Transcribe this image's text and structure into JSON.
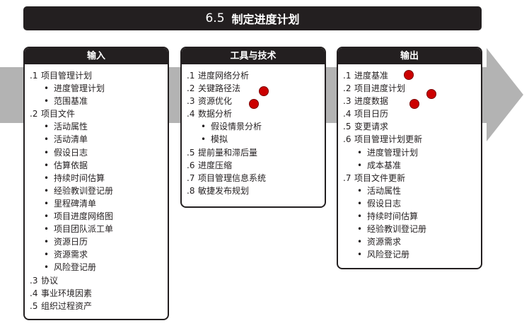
{
  "title": {
    "number": "6.5",
    "text": "制定进度计划"
  },
  "colors": {
    "dark": "#231f20",
    "arrow": "#b3b3b3",
    "marker": "#cc0000"
  },
  "inputs": {
    "header": "输入",
    "items": [
      {
        "num": ".1",
        "label": "项目管理计划",
        "level": 1
      },
      {
        "label": "进度管理计划",
        "level": 2
      },
      {
        "label": "范围基准",
        "level": 2
      },
      {
        "num": ".2",
        "label": "项目文件",
        "level": 1
      },
      {
        "label": "活动属性",
        "level": 2
      },
      {
        "label": "活动清单",
        "level": 2
      },
      {
        "label": "假设日志",
        "level": 2
      },
      {
        "label": "估算依据",
        "level": 2
      },
      {
        "label": "持续时间估算",
        "level": 2
      },
      {
        "label": "经验教训登记册",
        "level": 2
      },
      {
        "label": "里程碑清单",
        "level": 2
      },
      {
        "label": "项目进度网络图",
        "level": 2
      },
      {
        "label": "项目团队派工单",
        "level": 2
      },
      {
        "label": "资源日历",
        "level": 2
      },
      {
        "label": "资源需求",
        "level": 2
      },
      {
        "label": "风险登记册",
        "level": 2
      },
      {
        "num": ".3",
        "label": "协议",
        "level": 1
      },
      {
        "num": ".4",
        "label": "事业环境因素",
        "level": 1
      },
      {
        "num": ".5",
        "label": "组织过程资产",
        "level": 1
      }
    ]
  },
  "tools": {
    "header": "工具与技术",
    "items": [
      {
        "num": ".1",
        "label": "进度网络分析",
        "level": 1
      },
      {
        "num": ".2",
        "label": "关键路径法",
        "level": 1,
        "marked": true
      },
      {
        "num": ".3",
        "label": "资源优化",
        "level": 1,
        "marked": true
      },
      {
        "num": ".4",
        "label": "数据分析",
        "level": 1
      },
      {
        "label": "假设情景分析",
        "level": 2
      },
      {
        "label": "模拟",
        "level": 2
      },
      {
        "num": ".5",
        "label": "提前量和滞后量",
        "level": 1
      },
      {
        "num": ".6",
        "label": "进度压缩",
        "level": 1
      },
      {
        "num": ".7",
        "label": "项目管理信息系统",
        "level": 1
      },
      {
        "num": ".8",
        "label": "敏捷发布规划",
        "level": 1
      }
    ]
  },
  "outputs": {
    "header": "输出",
    "items": [
      {
        "num": ".1",
        "label": "进度基准",
        "level": 1,
        "marked": true
      },
      {
        "num": ".2",
        "label": "项目进度计划",
        "level": 1,
        "marked": true
      },
      {
        "num": ".3",
        "label": "进度数据",
        "level": 1,
        "marked": true
      },
      {
        "num": ".4",
        "label": "项目日历",
        "level": 1
      },
      {
        "num": ".5",
        "label": "变更请求",
        "level": 1
      },
      {
        "num": ".6",
        "label": "项目管理计划更新",
        "level": 1
      },
      {
        "label": "进度管理计划",
        "level": 2
      },
      {
        "label": "成本基准",
        "level": 2
      },
      {
        "num": ".7",
        "label": "项目文件更新",
        "level": 1
      },
      {
        "label": "活动属性",
        "level": 2
      },
      {
        "label": "假设日志",
        "level": 2
      },
      {
        "label": "持续时间估算",
        "level": 2
      },
      {
        "label": "经验教训登记册",
        "level": 2
      },
      {
        "label": "资源需求",
        "level": 2
      },
      {
        "label": "风险登记册",
        "level": 2
      }
    ]
  }
}
